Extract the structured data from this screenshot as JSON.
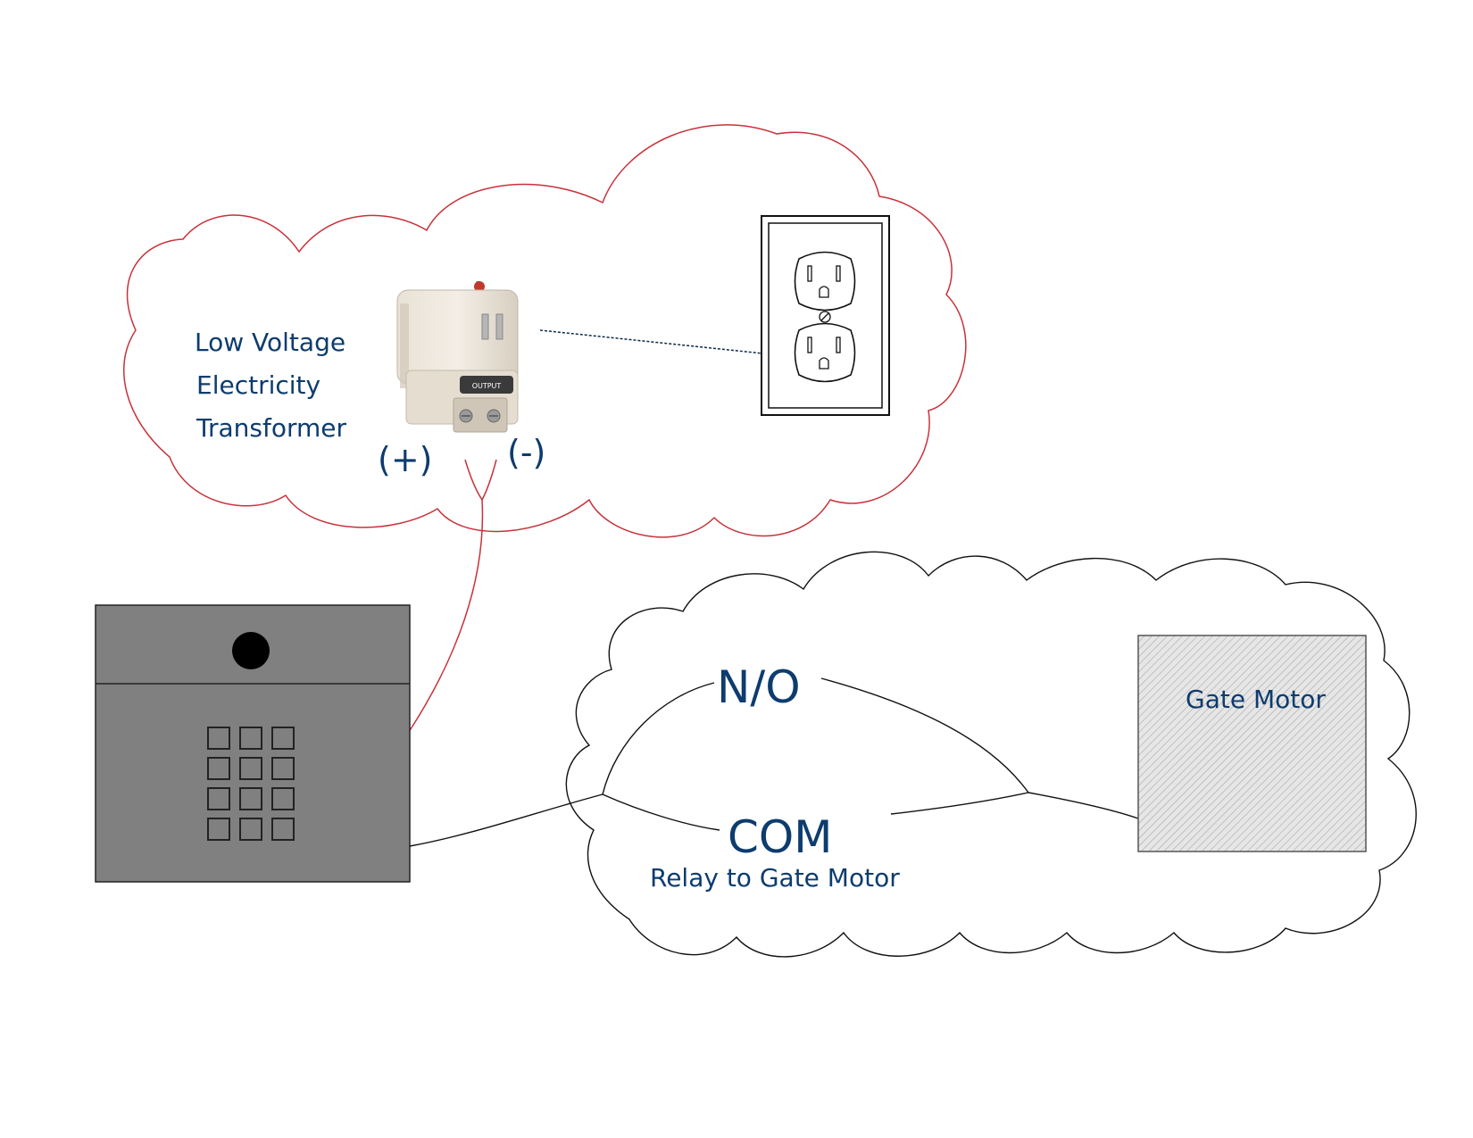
{
  "transformer": {
    "label_lines": [
      "Low Voltage",
      "Electricity",
      "Transformer"
    ],
    "plus_label": "(+)",
    "minus_label": "(-)",
    "output_label": "OUTPUT"
  },
  "relay": {
    "no_label": "N/O",
    "com_label": "COM",
    "caption": "Relay to Gate Motor"
  },
  "gate_motor": {
    "label": "Gate Motor"
  },
  "colors": {
    "cloud_red": "#c8323a",
    "text_blue": "#0d3c6e",
    "keypad_gray": "#808080"
  }
}
